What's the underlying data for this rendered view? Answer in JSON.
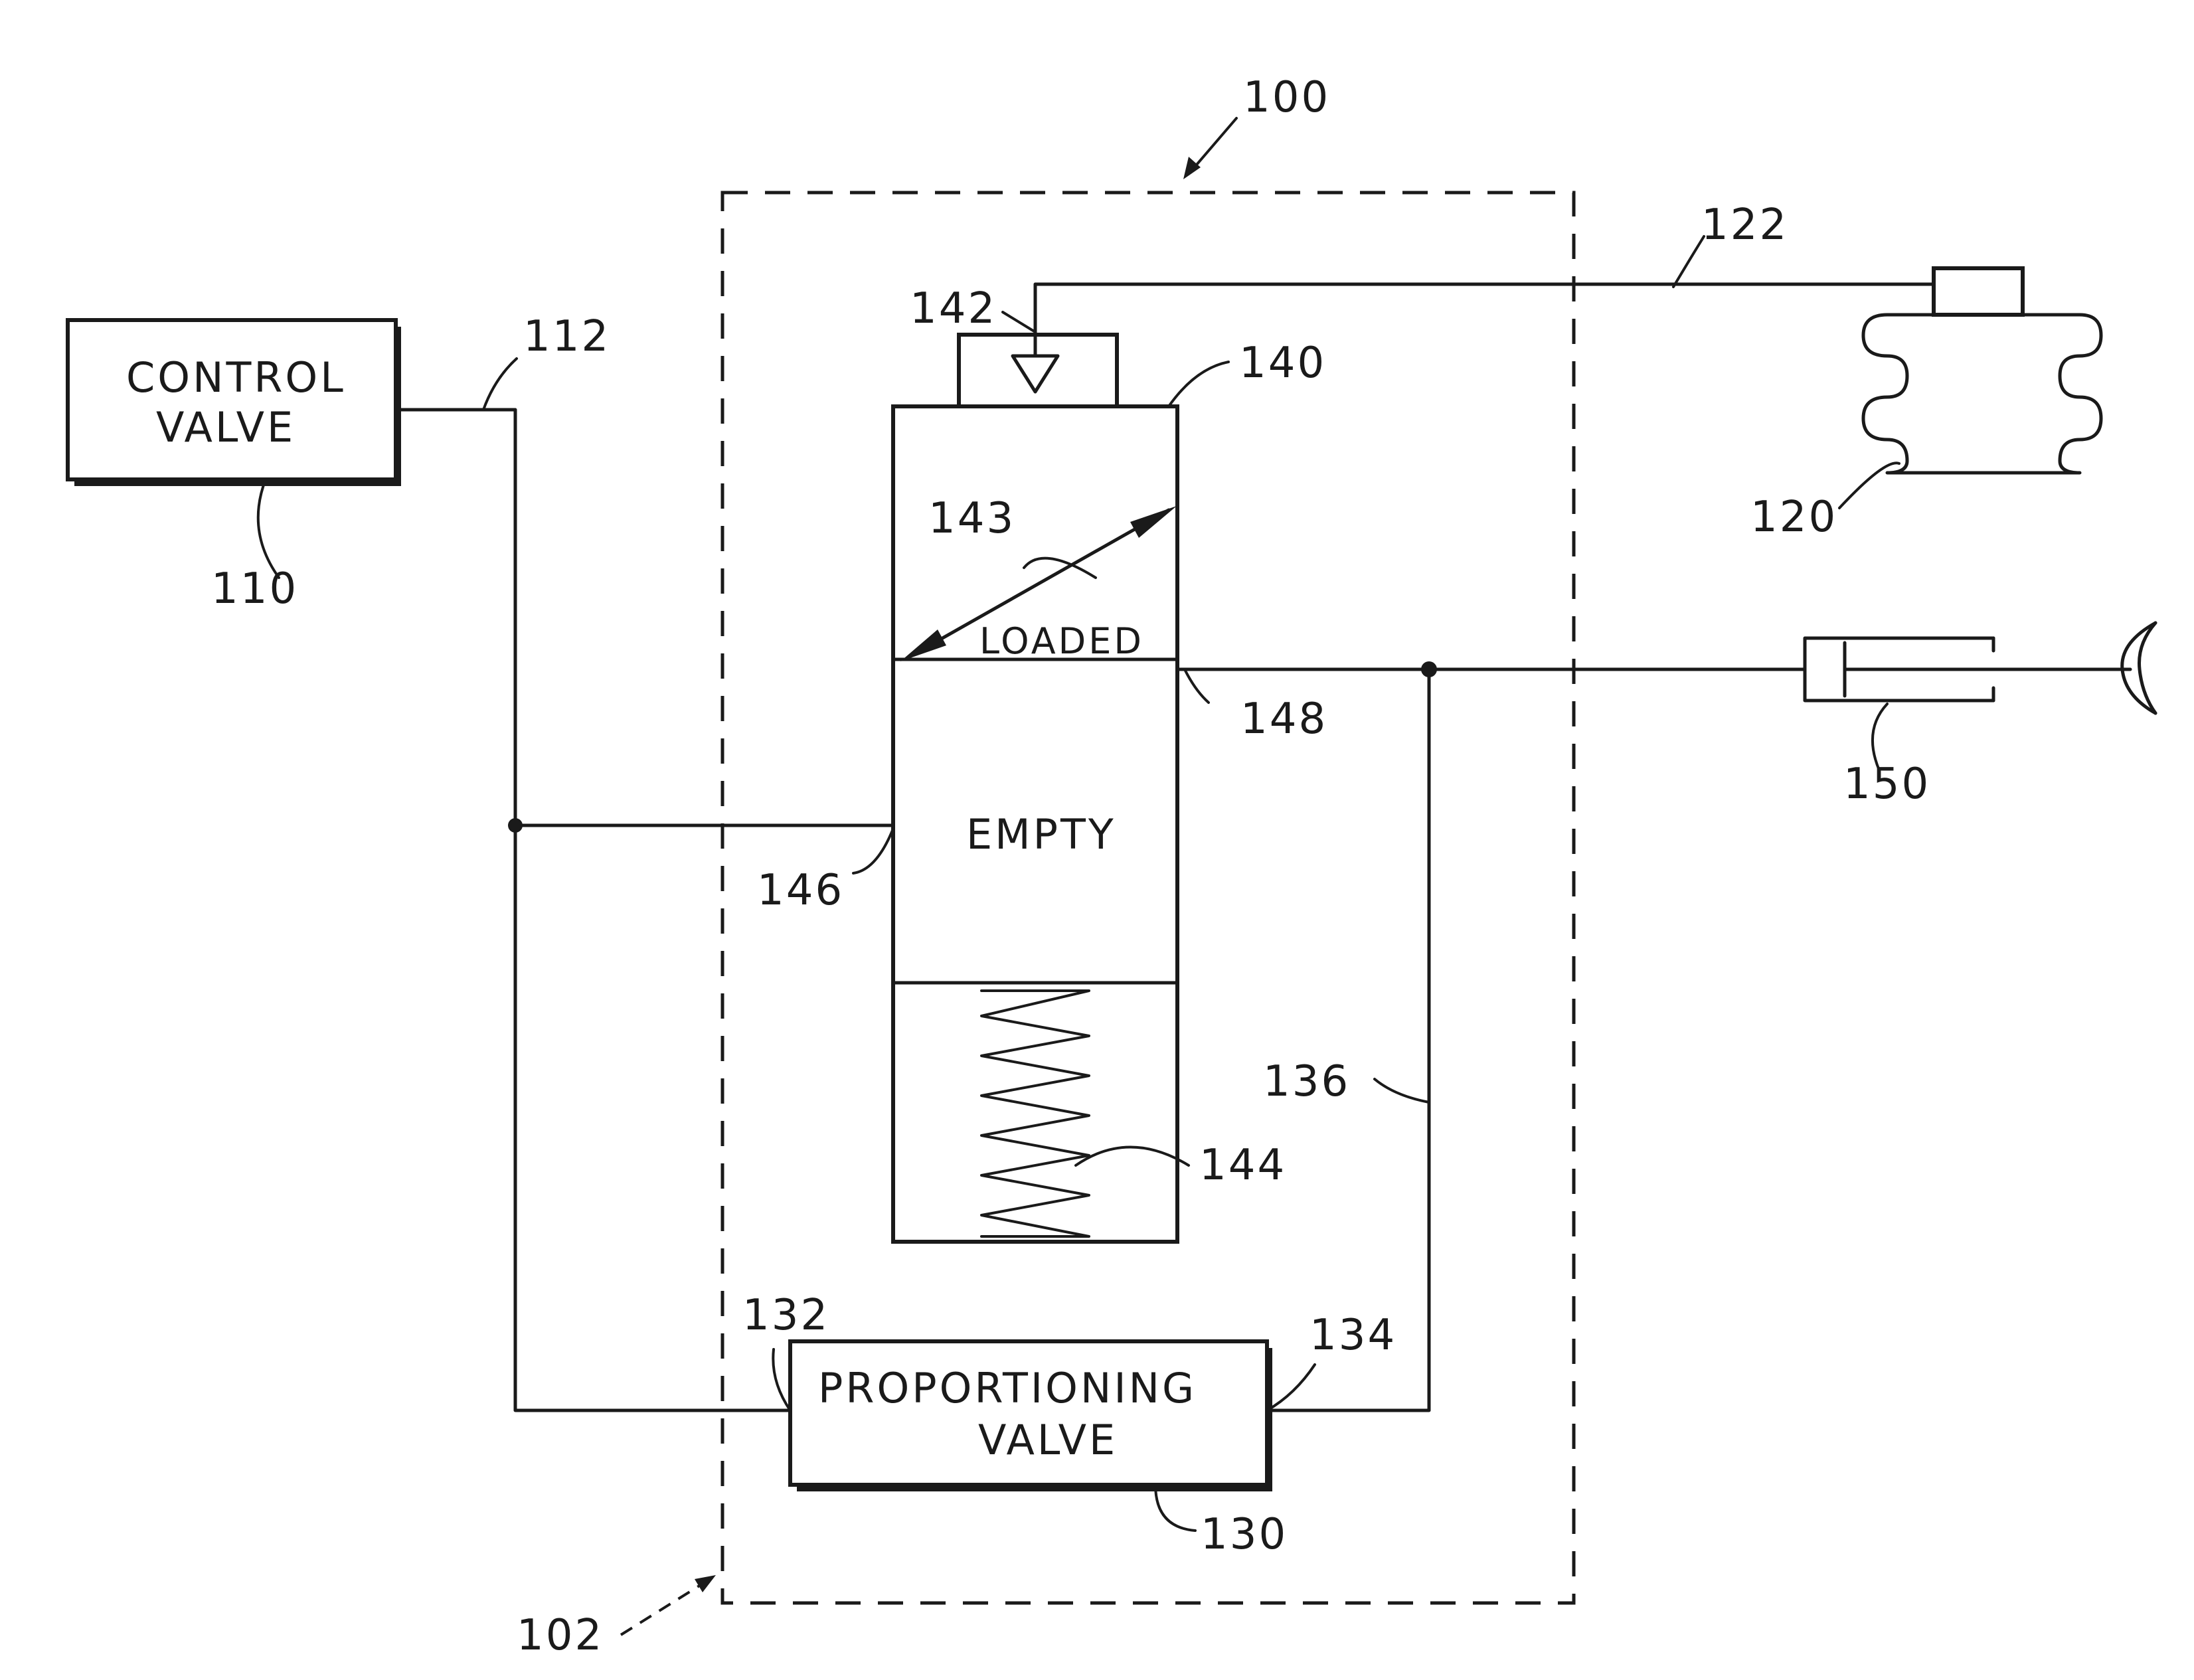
{
  "figure": {
    "colors": {
      "ink": "#1a1a1a",
      "paper": "#ffffff"
    }
  },
  "labels": {
    "control_valve_line1": "CONTROL",
    "control_valve_line2": "VALVE",
    "proportioning_valve_line1": "PROPORTIONING",
    "proportioning_valve_line2": "VALVE",
    "loaded": "LOADED",
    "empty": "EMPTY"
  },
  "refs": {
    "r100": "100",
    "r102": "102",
    "r110": "110",
    "r112": "112",
    "r120": "120",
    "r122": "122",
    "r130": "130",
    "r132": "132",
    "r134": "134",
    "r136": "136",
    "r140": "140",
    "r142": "142",
    "r143": "143",
    "r144": "144",
    "r146": "146",
    "r148": "148",
    "r150": "150"
  }
}
